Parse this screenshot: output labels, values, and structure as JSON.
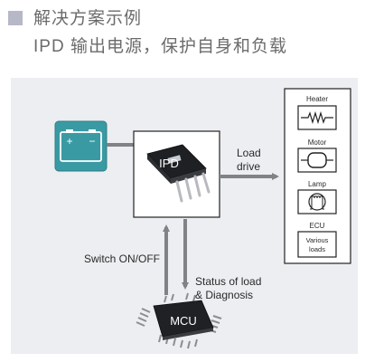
{
  "header": {
    "title": "解决方案示例",
    "subtitle": "IPD 输出电源，保护自身和负载"
  },
  "diagram": {
    "ipd_label": "IPD",
    "mcu_label": "MCU",
    "load_drive_line1": "Load",
    "load_drive_line2": "drive",
    "switch_label": "Switch ON/OFF",
    "status_line1": "Status of load",
    "status_line2": "& Diagnosis",
    "loads": [
      {
        "label": "Heater",
        "icon": "resistor-icon"
      },
      {
        "label": "Motor",
        "icon": "motor-icon"
      },
      {
        "label": "Lamp",
        "icon": "lamp-icon"
      },
      {
        "label": "ECU",
        "icon": "ecu-icon"
      }
    ],
    "ecu_box_line1": "Various",
    "ecu_box_line2": "loads",
    "battery_plus": "+",
    "battery_minus": "−",
    "colors": {
      "battery": "#3a9aa3",
      "arrow": "#808285",
      "chip": "#222428"
    }
  }
}
